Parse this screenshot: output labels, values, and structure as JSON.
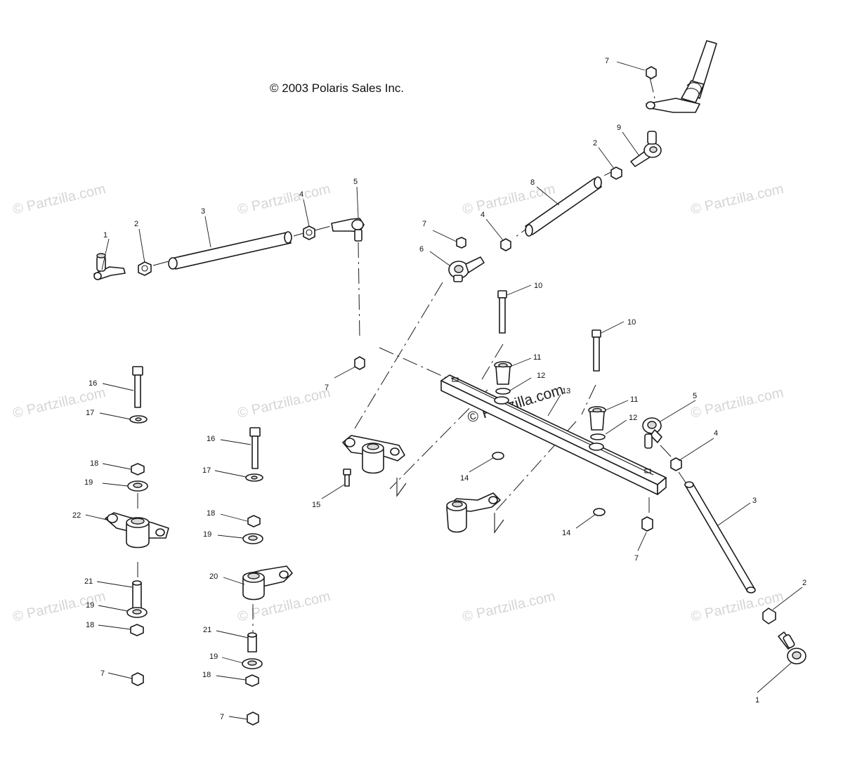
{
  "copyright": "© 2003 Polaris Sales Inc.",
  "watermark": "© Partzilla.com",
  "callout_labels": [
    "1",
    "2",
    "3",
    "4",
    "5",
    "6",
    "7",
    "8",
    "9",
    "10",
    "11",
    "12",
    "13",
    "14",
    "15",
    "16",
    "17",
    "18",
    "19",
    "20",
    "21",
    "22"
  ],
  "colors": {
    "line": "#1a1a1a",
    "watermark": "#c8c8c8",
    "background": "#ffffff"
  }
}
